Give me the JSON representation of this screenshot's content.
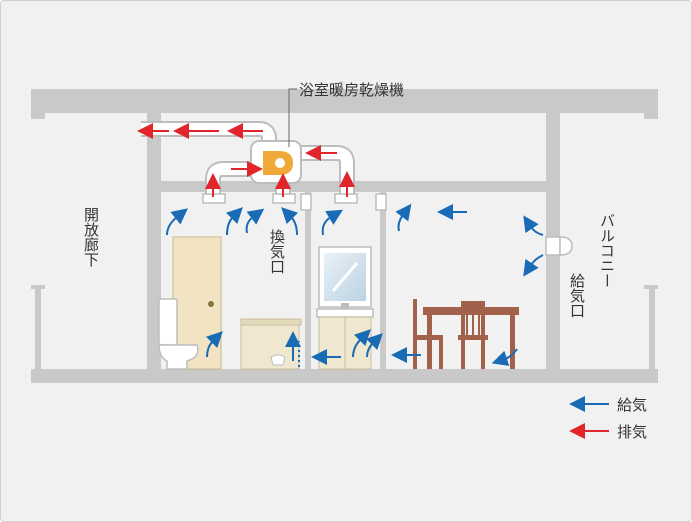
{
  "labels": {
    "dryer": "浴室暖房乾燥機",
    "corridor": "開放廊下",
    "vent_port": "換気口",
    "balcony": "バルコニー",
    "supply_port": "給気口"
  },
  "legend": [
    {
      "label": "給気",
      "color": "#1a6bb5"
    },
    {
      "label": "排気",
      "color": "#e0252b"
    }
  ],
  "colors": {
    "supply": "#1a6bb5",
    "exhaust": "#e0252b",
    "structure": "#c9c9c9",
    "duct": "#ffffff",
    "door": "#f2e3c2",
    "table": "#a0604a",
    "fan": "#f0a838"
  },
  "icons": [
    "bathroom-dryer-fan-icon",
    "toilet-icon",
    "bathtub-icon",
    "vanity-icon",
    "dining-set-icon",
    "supply-vent-icon"
  ]
}
